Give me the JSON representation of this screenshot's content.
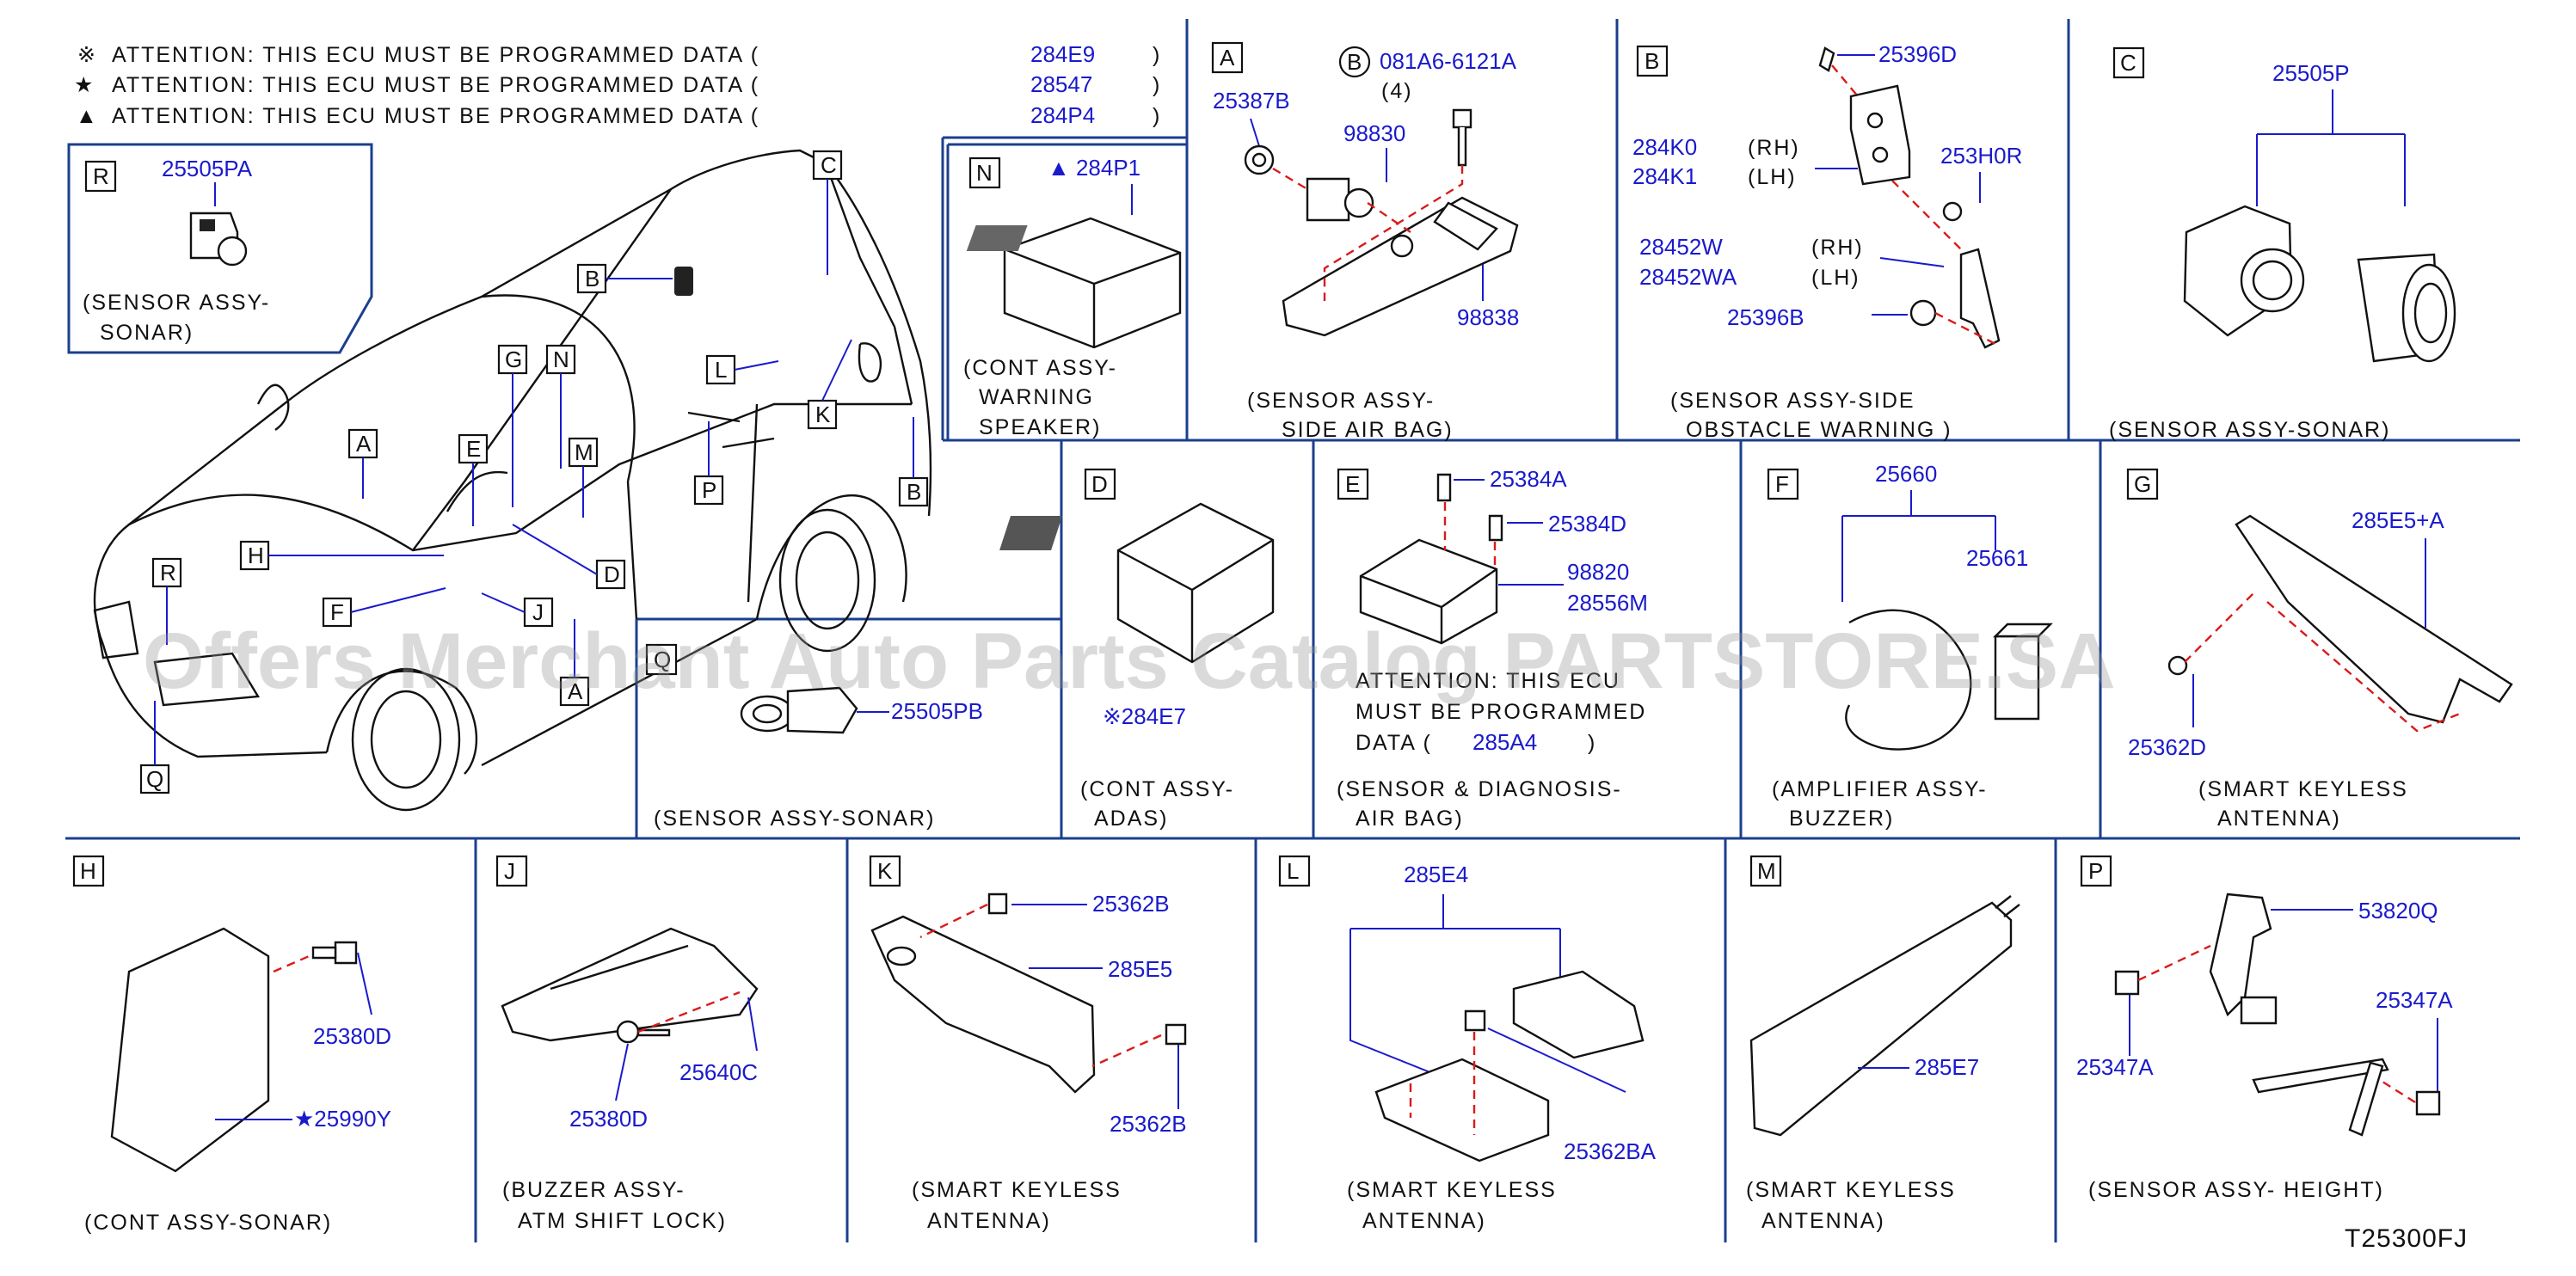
{
  "notes": [
    {
      "mark": "※",
      "text": "ATTENTION: THIS ECU MUST BE PROGRAMMED DATA (",
      "part": "284E9",
      "close": ")"
    },
    {
      "mark": "★",
      "text": "ATTENTION: THIS ECU MUST BE PROGRAMMED DATA (",
      "part": "28547",
      "close": ")"
    },
    {
      "mark": "▲",
      "text": "ATTENTION: THIS ECU MUST BE PROGRAMMED DATA (",
      "part": "284P4",
      "close": ")"
    }
  ],
  "vehicle_callouts": [
    "A",
    "B",
    "C",
    "D",
    "E",
    "F",
    "G",
    "H",
    "J",
    "K",
    "L",
    "M",
    "N",
    "P",
    "Q",
    "R"
  ],
  "panels": {
    "R": {
      "letter": "R",
      "parts": [
        "25505PA"
      ],
      "caption": [
        "(SENSOR ASSY-",
        "SONAR)"
      ]
    },
    "N": {
      "letter": "N",
      "parts": [
        "▲ 284P1"
      ],
      "caption": [
        "(CONT ASSY-",
        "WARNING",
        "SPEAKER)"
      ]
    },
    "A": {
      "letter": "A",
      "bolt_letter": "B",
      "parts": [
        "081A6-6121A",
        "(4)",
        "25387B",
        "98830",
        "98838"
      ],
      "caption": [
        "(SENSOR ASSY-",
        "SIDE AIR BAG)"
      ]
    },
    "B": {
      "letter": "B",
      "parts": [
        "25396D",
        "284K0",
        "(RH)",
        "284K1",
        "(LH)",
        "253H0R",
        "28452W",
        "(RH)",
        "28452WA",
        "(LH)",
        "25396B"
      ],
      "caption": [
        "(SENSOR ASSY-SIDE",
        "OBSTACLE WARNING )"
      ]
    },
    "C": {
      "letter": "C",
      "parts": [
        "25505P"
      ],
      "caption": [
        "(SENSOR ASSY-SONAR)"
      ]
    },
    "Q": {
      "letter": "Q",
      "parts": [
        "25505PB"
      ],
      "caption": [
        "(SENSOR ASSY-SONAR)"
      ]
    },
    "D": {
      "letter": "D",
      "parts": [
        "※284E7"
      ],
      "caption": [
        "(CONT ASSY-",
        "ADAS)"
      ]
    },
    "E": {
      "letter": "E",
      "parts": [
        "25384A",
        "25384D",
        "98820",
        "28556M"
      ],
      "note": [
        "ATTENTION: THIS ECU",
        "MUST BE PROGRAMMED",
        "DATA (",
        "285A4",
        ")"
      ],
      "caption": [
        "(SENSOR & DIAGNOSIS-",
        "AIR BAG)"
      ]
    },
    "F": {
      "letter": "F",
      "parts": [
        "25660",
        "25661"
      ],
      "caption": [
        "(AMPLIFIER ASSY-",
        "BUZZER)"
      ]
    },
    "G": {
      "letter": "G",
      "parts": [
        "285E5+A",
        "25362D"
      ],
      "caption": [
        "(SMART KEYLESS",
        "ANTENNA)"
      ]
    },
    "H": {
      "letter": "H",
      "parts": [
        "25380D",
        "★25990Y"
      ],
      "caption": [
        "(CONT ASSY-SONAR)"
      ]
    },
    "J": {
      "letter": "J",
      "parts": [
        "25640C",
        "25380D"
      ],
      "caption": [
        "(BUZZER ASSY-",
        "ATM SHIFT LOCK)"
      ]
    },
    "K": {
      "letter": "K",
      "parts": [
        "25362B",
        "285E5",
        "25362B"
      ],
      "caption": [
        "(SMART KEYLESS",
        "ANTENNA)"
      ]
    },
    "L": {
      "letter": "L",
      "parts": [
        "285E4",
        "25362BA"
      ],
      "caption": [
        "(SMART KEYLESS",
        "ANTENNA)"
      ]
    },
    "M": {
      "letter": "M",
      "parts": [
        "285E7"
      ],
      "caption": [
        "(SMART KEYLESS",
        "ANTENNA)"
      ]
    },
    "P": {
      "letter": "P",
      "parts": [
        "53820Q",
        "25347A",
        "25347A"
      ],
      "caption": [
        "(SENSOR ASSY- HEIGHT)"
      ]
    }
  },
  "drawing_code": "T25300FJ",
  "watermark": "Offers Merchant Auto Parts Catalog PARTSTORE.SA",
  "colors": {
    "part_number": "#1a1acc",
    "panel_border": "#1b3f8f",
    "text": "#111111",
    "leader_dashed": "#d91b1b"
  }
}
